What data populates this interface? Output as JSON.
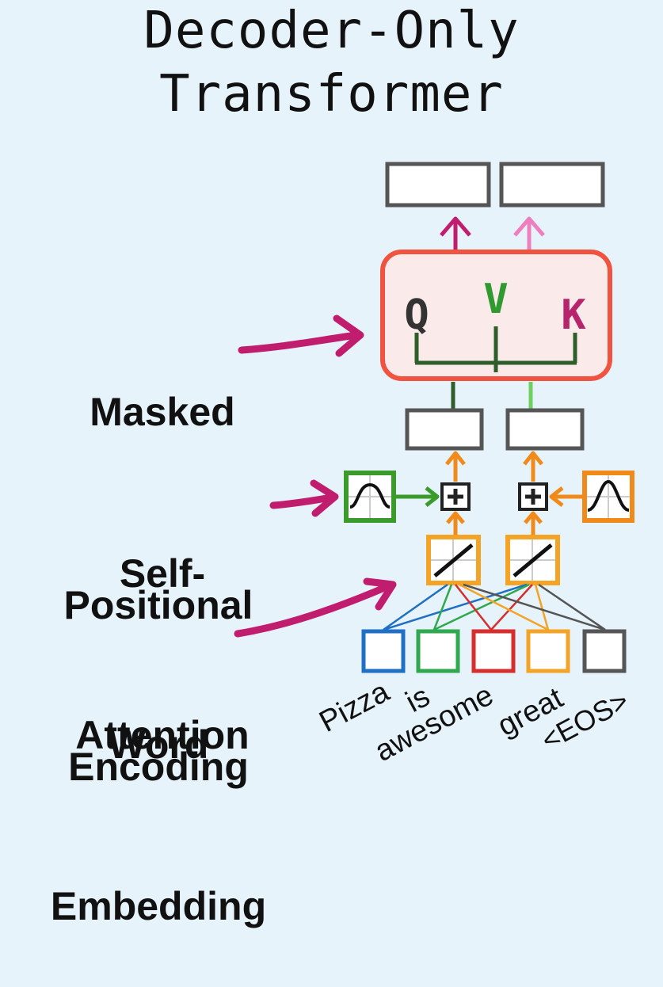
{
  "title": {
    "line1": "Decoder-Only",
    "line2": "Transformer"
  },
  "labels": {
    "masked_line1": "Masked",
    "masked_line2": "Self-",
    "masked_line3": "Attention",
    "positional_line1": "Positional",
    "positional_line2": "Encoding",
    "word_line1": "Word",
    "word_line2": "Embedding"
  },
  "attention": {
    "q": "Q",
    "v": "V",
    "k": "K"
  },
  "tokens": [
    {
      "text": "Pizza",
      "color": "#1f6fc4"
    },
    {
      "text": "is",
      "color": "#2fa84f"
    },
    {
      "text": "awesome",
      "color": "#d62d2d"
    },
    {
      "text": "great",
      "color": "#f3a325"
    },
    {
      "text": "<EOS>",
      "color": "#555555"
    }
  ],
  "colors": {
    "background": "#e6f3fb",
    "attention_border": "#f0533f",
    "attention_fill": "#fbeaea",
    "arrow_magenta": "#c11d6e",
    "arrow_pink": "#ee7fbf",
    "positional_green": "#3a9a2a",
    "positional_orange": "#f08a1a",
    "embedding_orange": "#f3a325",
    "q_color": "#333333",
    "v_color": "#2f9a2f",
    "k_color": "#b8246c"
  }
}
